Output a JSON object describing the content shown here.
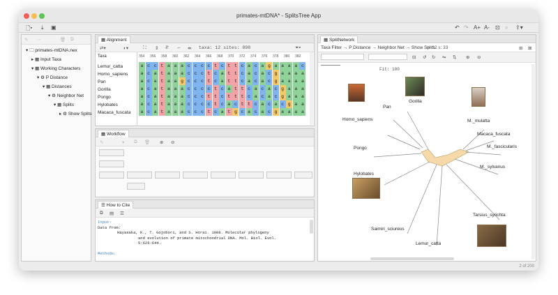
{
  "app": {
    "title": "primates-mtDNA* - SplitsTree App",
    "status": "2 of 200"
  },
  "colors": {
    "a": "#8fd39a",
    "c": "#7fb4ef",
    "g": "#f5c86a",
    "t": "#f2a3a8",
    "network": "#f6d9a8"
  },
  "toolbar": {
    "font_up": "A+",
    "font_down": "A-"
  },
  "nav_tree": {
    "root": "primates-mtDNA.nex",
    "items": [
      "Input Taxa",
      "Working Characters",
      "P Distance",
      "Distances",
      "Neighbor Net",
      "Splits",
      "Show Splits"
    ]
  },
  "alignment": {
    "tab": "Alignment",
    "info": "taxa: 12  sites: 898",
    "col_header": "Taxa",
    "positions": [
      "354",
      "356",
      "358",
      "360",
      "362",
      "364",
      "366",
      "368",
      "370",
      "372",
      "374",
      "376",
      "378",
      "380",
      "382"
    ],
    "taxa": [
      "Lemur_catta",
      "Homo_sapiens",
      "Pan",
      "Gorilla",
      "Pongo",
      "Hylobates",
      "Macaca_fuscata"
    ],
    "rows": [
      "acctaaacccctcttcacagaaaac",
      "acataaaccctcattcacacgaaaa",
      "acataagccctcattcacacgaaaa",
      "acataaacccctcattcacacgaaa",
      "acataaacccttctttcacacgaaa",
      "acataaacccctcacttcacacgaa",
      "acataaaccctcatgcacacgaaaa"
    ]
  },
  "workflow": {
    "tab": "Workflow"
  },
  "cite": {
    "tab": "How to Cite",
    "inputs_label": "Input:",
    "data_from": "Data from:",
    "citation1": "Hayasaka, K., T. Gojobori, and S. Horai. 1988. Molecular phylogeny",
    "citation2": "and evolution of primate mitochondrial DNA. Mol. Biol. Evol.",
    "citation3": "5:626-644.",
    "methods_label": "Methods:"
  },
  "network": {
    "tab": "SplitNetwork",
    "breadcrumb": "Taxa Filter → P Distance → Neighbor Net → Show Splits",
    "counts": "n: 12  s: 33",
    "fit": "Fit: 100",
    "labels": [
      "Gorilla",
      "Pan",
      "Homo_sapiens",
      "M._mulatta",
      "Macaca_fuscata",
      "M._fascicularis",
      "Pongo",
      "M._sylvanus",
      "Hylobates",
      "Tarsius_syrichta",
      "Saimiri_sciureus",
      "Lemur_catta"
    ]
  }
}
